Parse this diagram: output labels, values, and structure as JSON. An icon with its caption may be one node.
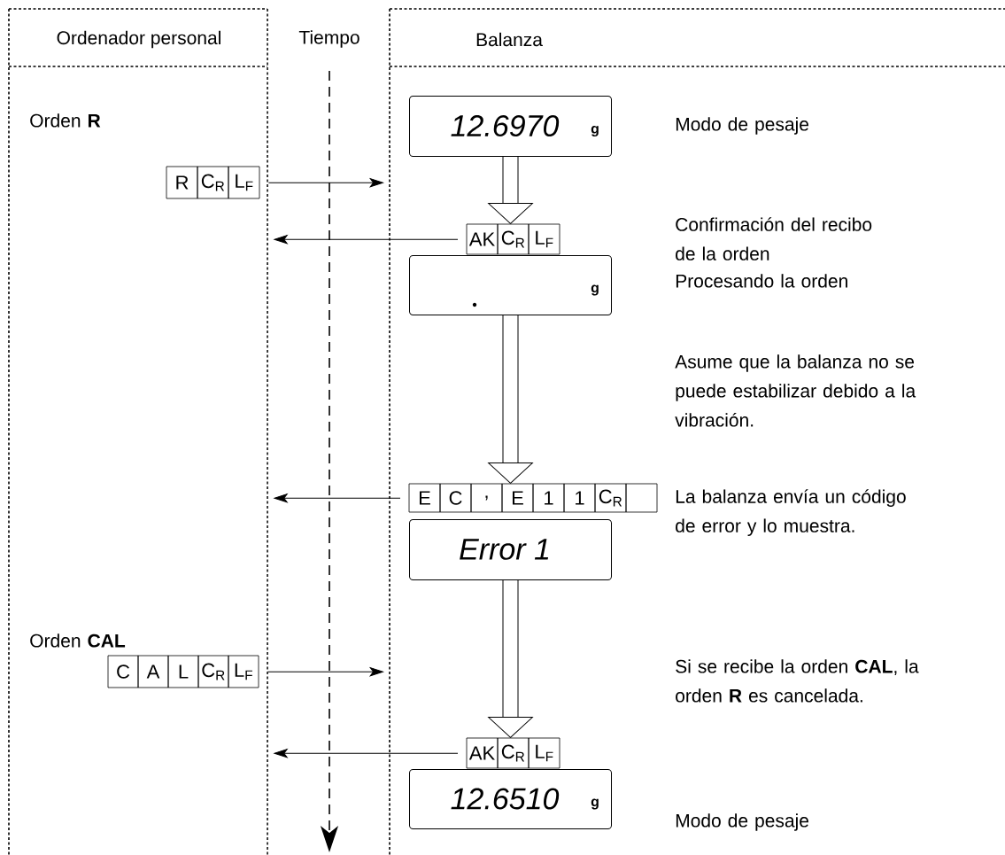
{
  "diagram": {
    "nodes": [
      {
        "text": [
          "Ordenador personal"
        ]
      },
      {
        "text": [
          "Balanza"
        ]
      },
      {
        "text": [
          "12.6970",
          "g"
        ],
        "in": 1,
        "beside": [
          "Modo de pesaje"
        ]
      },
      {
        "text": [
          "R",
          "C$_{R}$",
          "L$_{F}$"
        ],
        "in": 0
      },
      {
        "text": [
          "AK",
          "C$_{R}$",
          "L$_{F}$"
        ],
        "in": 1
      },
      {
        "text": [
          "g"
        ],
        "in": 1,
        "beside": [
          "Procesando la orden"
        ]
      },
      {
        "text": [
          "E",
          "C",
          ",",
          "E",
          "1",
          "1",
          "C$_{R}$"
        ],
        "in": 1,
        "beside": [
          "La balanza envía un código de error y lo muestra."
        ]
      },
      {
        "text": [
          "Error 1"
        ],
        "in": 1
      },
      {
        "text": [
          "C",
          "A",
          "L",
          "C$_{R}$",
          "L$_{F}$"
        ],
        "in": 0
      },
      {
        "text": [
          "AK",
          "C$_{R}$",
          "L$_{F}$"
        ],
        "in": 1
      },
      {
        "text": [
          "12.6510",
          "g"
        ],
        "in": 1,
        "beside": [
          "Modo de pesaje"
        ]
      }
    ],
    "edges": [
      {
        "from": 3,
        "to": 1,
        "arrow": "to"
      },
      {
        "from": 2,
        "to": 4,
        "arrow": "to",
        "style": "thick"
      },
      {
        "from": 4,
        "to": 0,
        "arrow": "to"
      },
      {
        "from": 5,
        "to": 6,
        "arrow": "to",
        "style": "thick"
      },
      {
        "from": 6,
        "to": 0,
        "arrow": "to"
      },
      {
        "from": 7,
        "to": 9,
        "arrow": "to",
        "style": "thick"
      },
      {
        "from": 8,
        "to": 1,
        "arrow": "to"
      },
      {
        "from": 9,
        "to": 0,
        "arrow": "to"
      }
    ],
    "labels": [
      "Tiempo",
      "Orden **R**",
      "Confirmación del recibo de la orden",
      "Asume que la balanza no se puede estabilizar debido a la vibración.",
      "Orden **CAL**",
      "Si se recibe la orden **CAL**, la orden **R** es cancelada."
    ]
  }
}
